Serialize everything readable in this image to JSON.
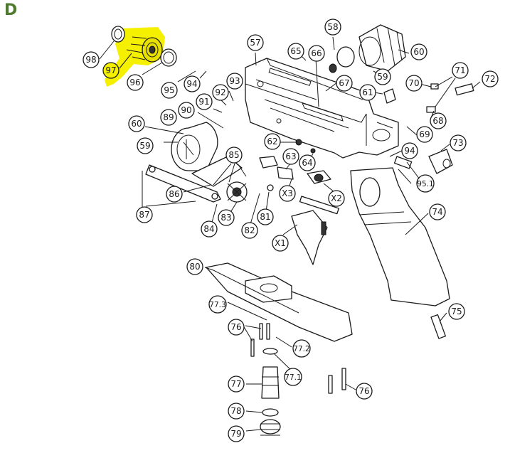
{
  "figure": {
    "letter": "D",
    "highlight_color": "#f5f000",
    "accent_color": "#4e7a2f"
  },
  "callouts": {
    "p98": "98",
    "p97": "97",
    "p96": "96",
    "p95": "95",
    "p94a": "94",
    "p93": "93",
    "p92": "92",
    "p91": "91",
    "p90": "90",
    "p89": "89",
    "p60a": "60",
    "p59a": "59",
    "p57": "57",
    "p58": "58",
    "p60b": "60",
    "p59b": "59",
    "p65": "65",
    "p66": "66",
    "p67": "67",
    "p61": "61",
    "p70": "70",
    "p71": "71",
    "p72": "72",
    "p68": "68",
    "p69": "69",
    "p62": "62",
    "p63": "63",
    "p64": "64",
    "p94b": "94",
    "p73": "73",
    "p85": "85",
    "p86": "86",
    "p87": "87",
    "p84": "84",
    "p83": "83",
    "p82": "82",
    "p81": "81",
    "pX3": "X3",
    "pX2": "X2",
    "p951": "95.1",
    "p74": "74",
    "pX1": "X1",
    "p80": "80",
    "p773": "77.3",
    "p76a": "76",
    "p772": "77.2",
    "p771": "77.1",
    "p77": "77",
    "p78": "78",
    "p79": "79",
    "p76b": "76",
    "p75": "75"
  }
}
